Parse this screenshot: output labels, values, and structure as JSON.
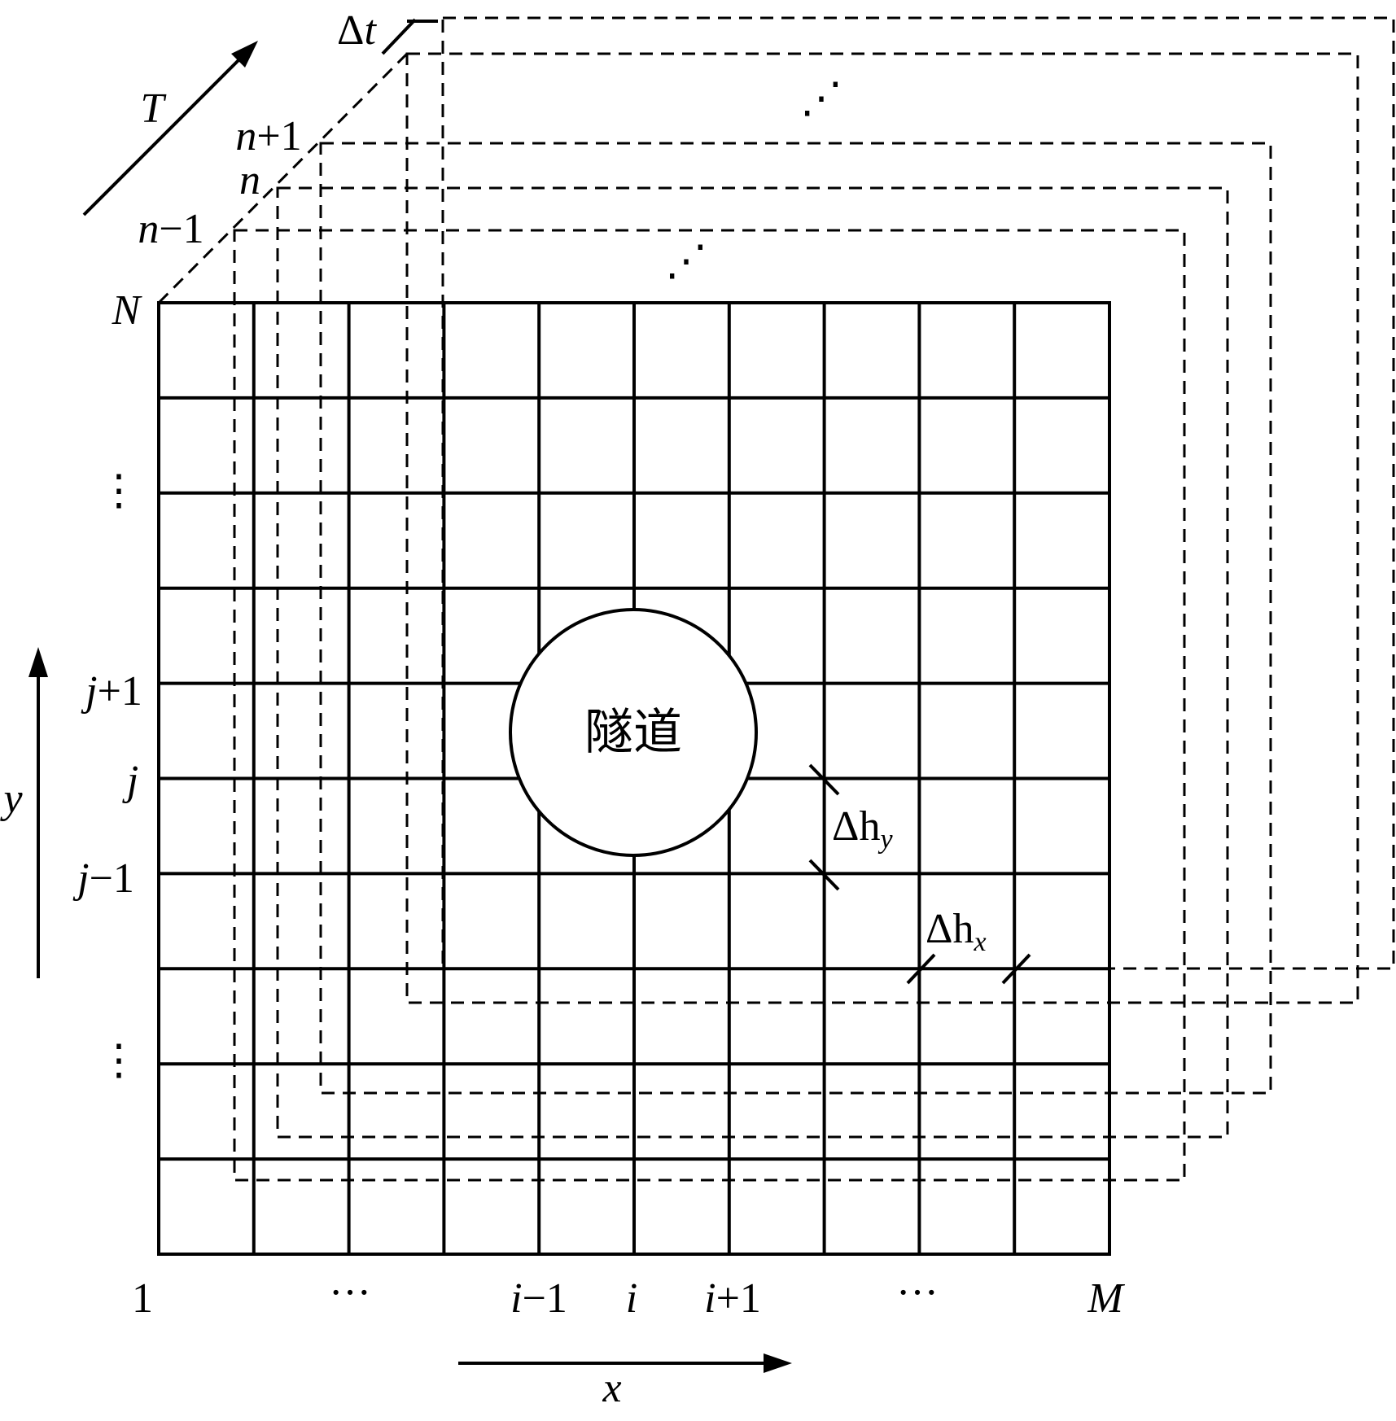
{
  "diagram": {
    "tunnel_label": "隧道",
    "axes": {
      "x_label": "x",
      "y_label": "y",
      "t_label": "T"
    },
    "x_ticks": {
      "first": "1",
      "dots_left": "···",
      "i_minus_1": "i−1",
      "i": "i",
      "i_plus_1": "i+1",
      "dots_right": "···",
      "last": "M"
    },
    "y_ticks": {
      "top": "N",
      "dots_upper": "⋮",
      "j_plus_1": "j+1",
      "j": "j",
      "j_minus_1": "j−1",
      "dots_lower": "⋮"
    },
    "time_layers": {
      "n_minus_1": "n−1",
      "n": "n",
      "n_plus_1": "n+1",
      "delta_t": "Δt",
      "dots_near": "⋰",
      "dots_far": "⋰"
    },
    "spacing": {
      "delta_hy_base": "Δh",
      "delta_hy_sub": "y",
      "delta_hx_base": "Δh",
      "delta_hx_sub": "x"
    }
  }
}
